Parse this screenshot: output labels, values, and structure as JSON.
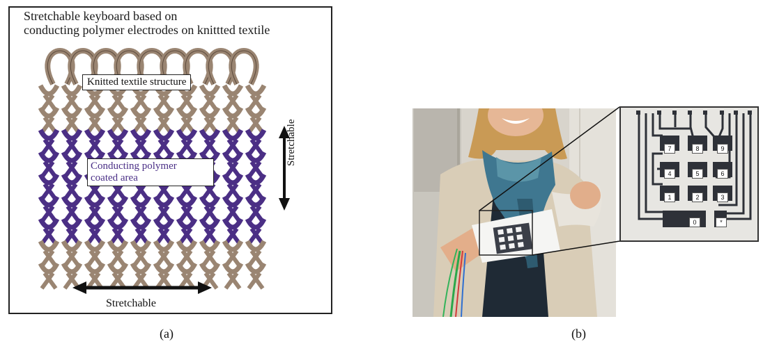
{
  "panel_a": {
    "title_line1": "Stretchable keyboard based on",
    "title_line2": "conducting polymer electrodes on knittted textile",
    "label_knitted": "Knitted textile structure",
    "label_conducting_line1": "Conducting polymer",
    "label_conducting_line2": "coated area",
    "stretch_vertical": "Stretchable",
    "stretch_horizontal": "Stretchable",
    "caption": "(a)"
  },
  "panel_b": {
    "caption": "(b)",
    "keys": [
      "7",
      "8",
      "9",
      "4",
      "5",
      "6",
      "1",
      "2",
      "3",
      "0",
      "*"
    ]
  },
  "colors": {
    "textile": "#9a8572",
    "polymer": "#4b2f85",
    "frame": "#222222",
    "conducting_label_text": "#4a2f86"
  }
}
